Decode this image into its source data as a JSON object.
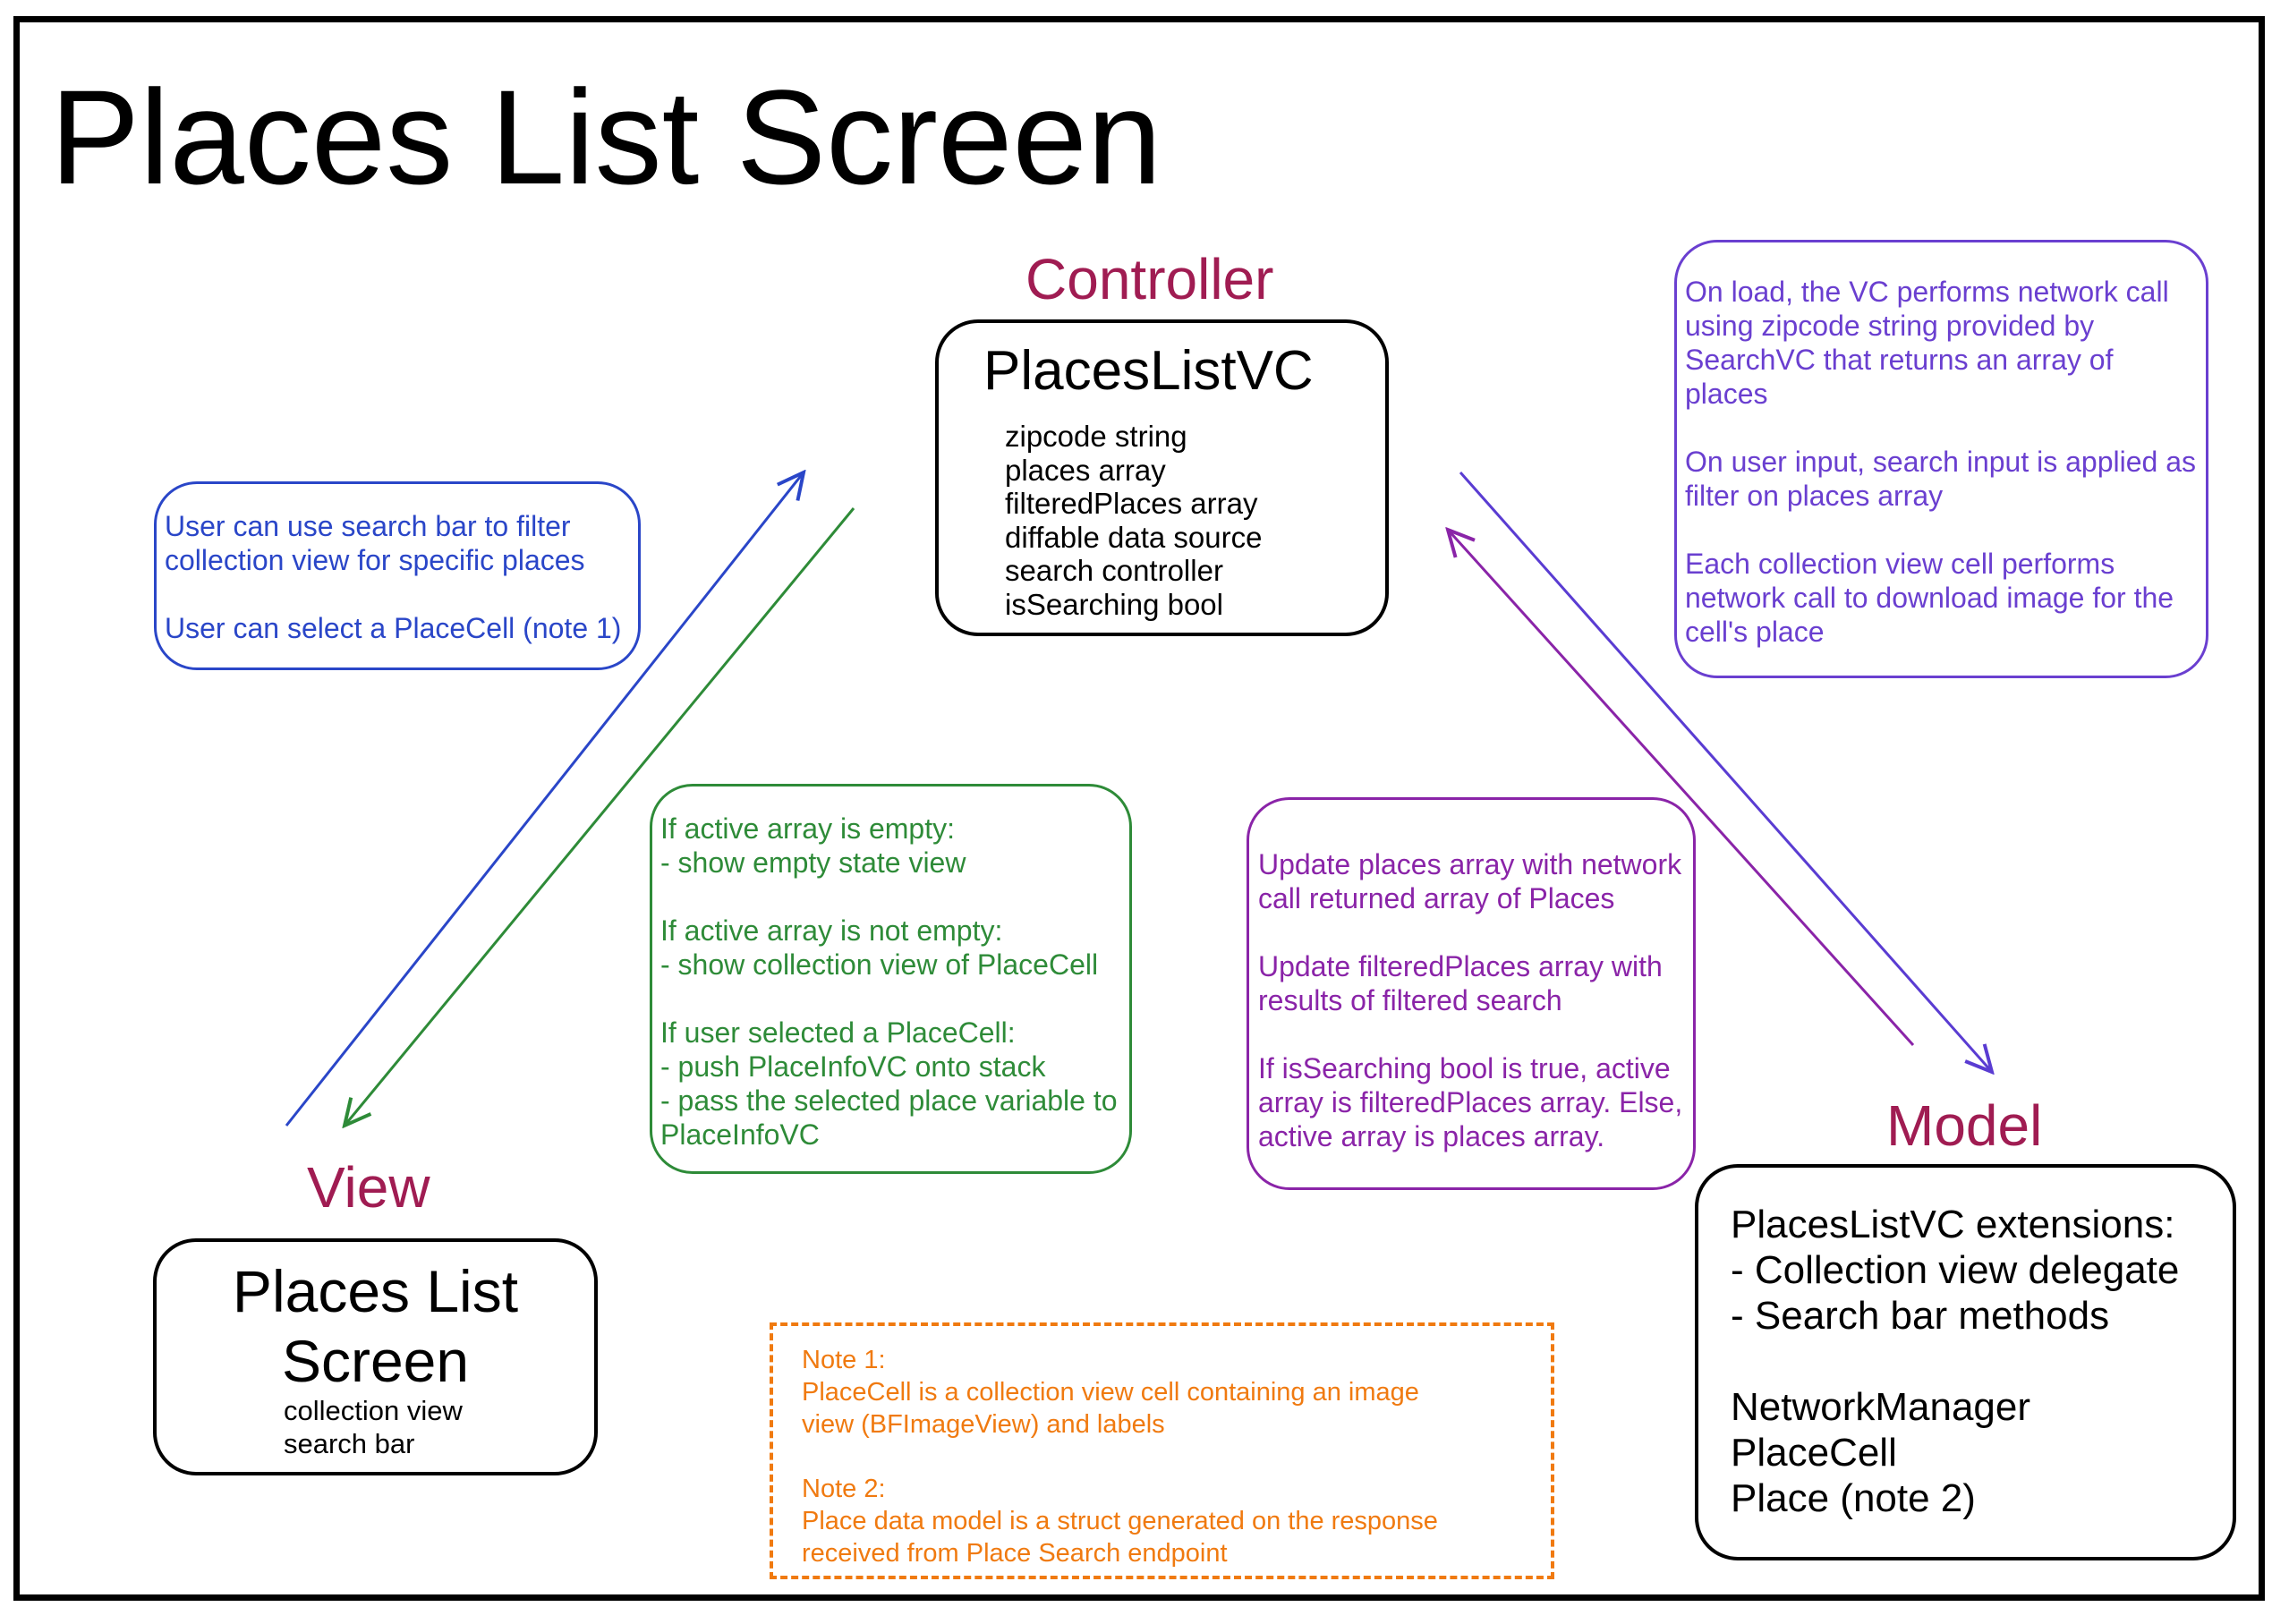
{
  "title": "Places List Screen",
  "colors": {
    "role_label": "#a01c52",
    "view_note": "#2a46c8",
    "controller_note": "#6a3fd0",
    "green_note": "#2e8b38",
    "purple_note": "#8a24a8",
    "orange_note": "#f07a10",
    "box_border": "#000000"
  },
  "controller": {
    "role": "Controller",
    "name": "PlacesListVC",
    "props": [
      "zipcode string",
      "places array",
      "filteredPlaces array",
      "diffable data source",
      "search controller",
      "isSearching bool"
    ]
  },
  "view": {
    "role": "View",
    "name_lines": [
      "Places List",
      "Screen"
    ],
    "props": [
      "collection view",
      "search bar"
    ]
  },
  "model": {
    "role": "Model",
    "lines": [
      "PlacesListVC extensions:",
      "- Collection view delegate",
      "- Search bar methods",
      "",
      "NetworkManager",
      "PlaceCell",
      "Place (note 2)"
    ]
  },
  "notes": {
    "view_note": [
      "User can use search bar to filter",
      "collection view for specific places",
      "",
      "User can select a PlaceCell (note 1)"
    ],
    "controller_note": [
      "On load, the VC performs network call",
      "using zipcode string provided by",
      "SearchVC that returns an array of",
      "places",
      "",
      "On user input, search input is applied as",
      "filter on places array",
      "",
      "Each collection view cell performs",
      "network call to download image for the",
      "cell's place"
    ],
    "green_note": [
      "If active array is empty:",
      "- show empty state view",
      "",
      "If active array is not empty:",
      "- show collection view of PlaceCell",
      "",
      "If user selected a PlaceCell:",
      "- push PlaceInfoVC onto stack",
      "- pass the selected place variable to",
      "PlaceInfoVC"
    ],
    "purple_note": [
      "Update places array with network",
      "call returned array of Places",
      "",
      "Update filteredPlaces array with",
      "results of filtered search",
      "",
      "If isSearching bool is true, active",
      "array is filteredPlaces array. Else,",
      "active array is places array."
    ],
    "orange_note": [
      "Note 1:",
      "PlaceCell is a collection view cell containing an image",
      "view (BFImageView) and labels",
      "",
      "Note 2:",
      "Place data model is a struct generated on the response",
      "received from Place Search endpoint"
    ]
  }
}
